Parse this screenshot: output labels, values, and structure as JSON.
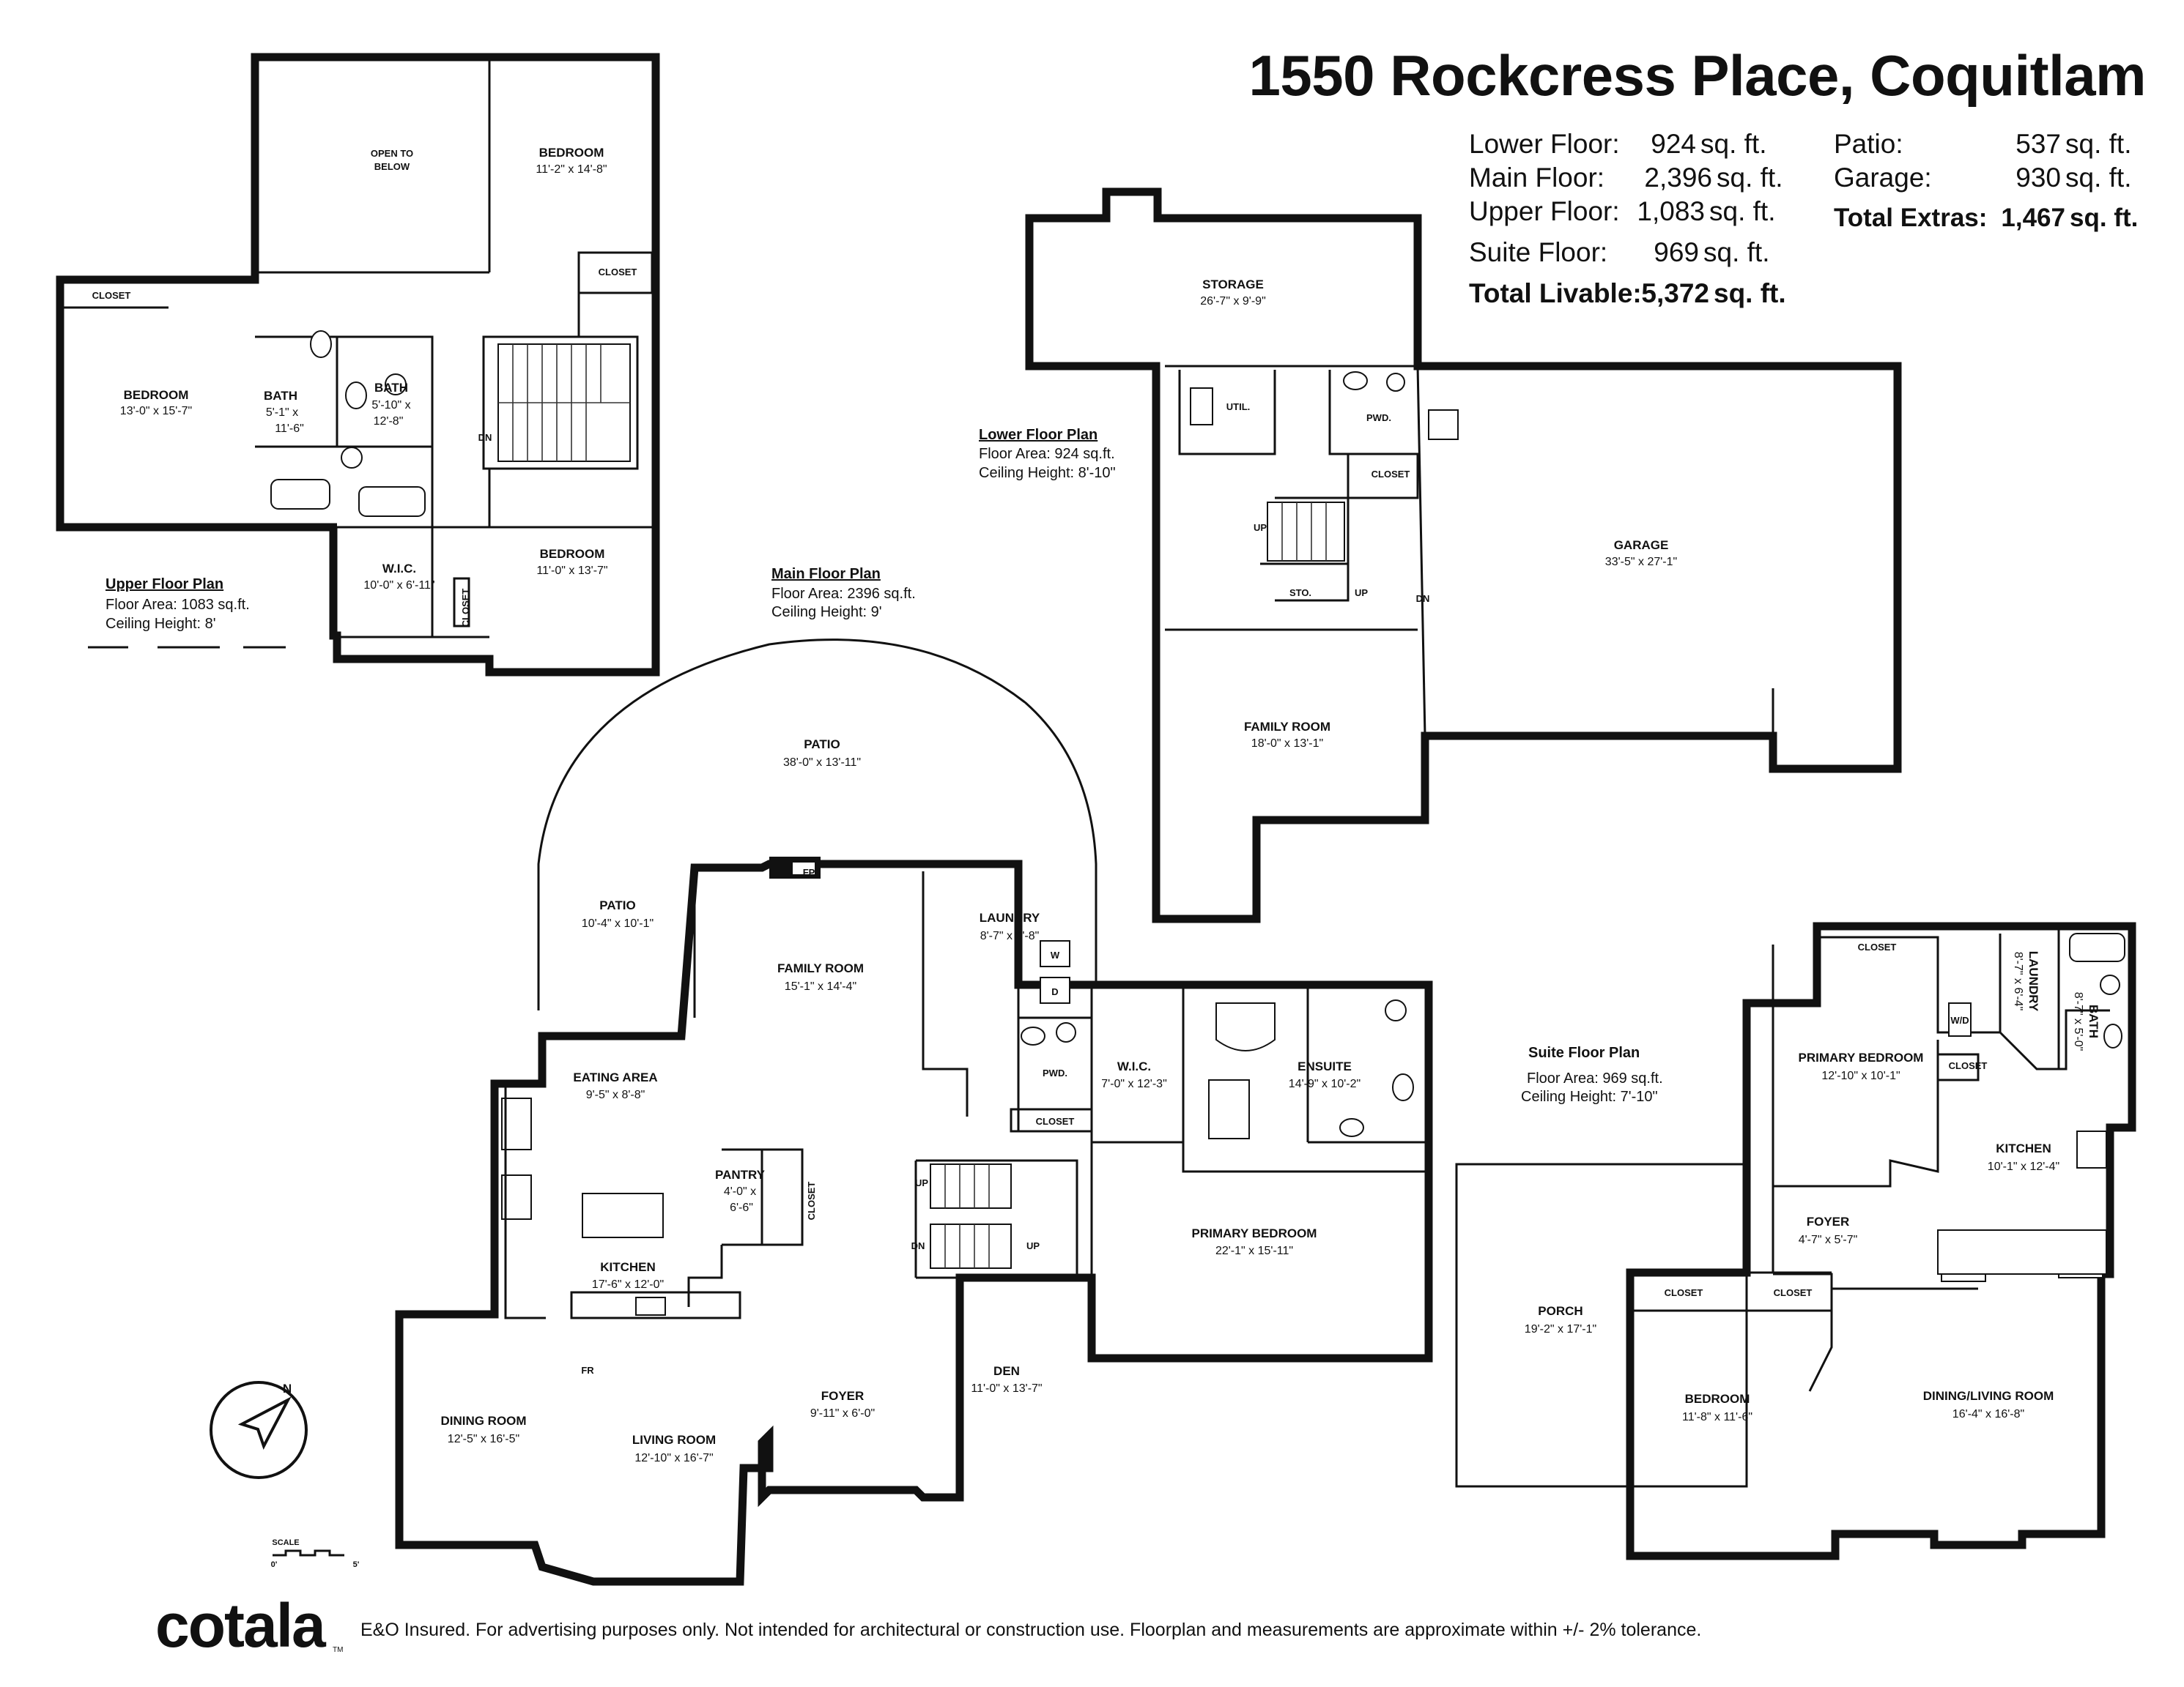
{
  "header": {
    "address": "1550 Rockcress Place, Coquitlam"
  },
  "areas": {
    "lower_floor": {
      "label": "Lower Floor:",
      "value": "924",
      "unit": "sq. ft."
    },
    "main_floor": {
      "label": "Main Floor:",
      "value": "2,396",
      "unit": "sq. ft."
    },
    "upper_floor": {
      "label": "Upper Floor:",
      "value": "1,083",
      "unit": "sq. ft."
    },
    "suite_floor": {
      "label": "Suite Floor:",
      "value": "969",
      "unit": "sq. ft."
    },
    "total_livable": {
      "label": "Total Livable:",
      "value": "5,372",
      "unit": "sq. ft."
    },
    "patio": {
      "label": "Patio:",
      "value": "537",
      "unit": "sq. ft."
    },
    "garage": {
      "label": "Garage:",
      "value": "930",
      "unit": "sq. ft."
    },
    "total_extras": {
      "label": "Total Extras:",
      "value": "1,467",
      "unit": "sq. ft."
    }
  },
  "plans": {
    "upper": {
      "title": "Upper Floor Plan",
      "area": "Floor Area: 1083 sq.ft.",
      "ceiling": "Ceiling Height: 8'"
    },
    "main": {
      "title": "Main Floor Plan",
      "area": "Floor Area: 2396 sq.ft.",
      "ceiling": "Ceiling Height: 9'"
    },
    "lower": {
      "title": "Lower Floor Plan",
      "area": "Floor Area: 924 sq.ft.",
      "ceiling": "Ceiling Height: 8'-10\""
    },
    "suite": {
      "title": "Suite Floor Plan",
      "area": "Floor Area: 969 sq.ft.",
      "ceiling": "Ceiling Height: 7'-10\""
    }
  },
  "rooms": {
    "upper_open": {
      "name": "OPEN TO",
      "dim": "BELOW"
    },
    "upper_bedroom1": {
      "name": "BEDROOM",
      "dim": "11'-2\" x 14'-8\""
    },
    "upper_closet1": {
      "name": "CLOSET"
    },
    "upper_closet2": {
      "name": "CLOSET"
    },
    "upper_bedroom2": {
      "name": "BEDROOM",
      "dim": "13'-0\" x 15'-7\""
    },
    "upper_bath1": {
      "name": "BATH",
      "dim1": "5'-1\" x",
      "dim2": "11'-6\""
    },
    "upper_bath2": {
      "name": "BATH",
      "dim1": "5'-10\" x",
      "dim2": "12'-8\""
    },
    "upper_bedroom3": {
      "name": "BEDROOM",
      "dim": "11'-0\" x 13'-7\""
    },
    "upper_wic": {
      "name": "W.I.C.",
      "dim": "10'-0\" x 6'-11\""
    },
    "upper_closet3": {
      "name": "CLOSET"
    },
    "upper_dn": {
      "name": "DN"
    },
    "lower_storage": {
      "name": "STORAGE",
      "dim": "26'-7\" x 9'-9\""
    },
    "lower_util": {
      "name": "UTIL."
    },
    "lower_pwd": {
      "name": "PWD."
    },
    "lower_closet": {
      "name": "CLOSET"
    },
    "lower_garage": {
      "name": "GARAGE",
      "dim": "33'-5\" x 27'-1\""
    },
    "lower_sto": {
      "name": "STO."
    },
    "lower_up1": {
      "name": "UP"
    },
    "lower_up2": {
      "name": "UP"
    },
    "lower_dn": {
      "name": "DN"
    },
    "lower_family": {
      "name": "FAMILY ROOM",
      "dim": "18'-0\" x 13'-1\""
    },
    "main_patio": {
      "name": "PATIO",
      "dim": "38'-0\" x 13'-11\""
    },
    "main_patio2": {
      "name": "PATIO",
      "dim": "10'-4\" x 10'-1\""
    },
    "main_family": {
      "name": "FAMILY ROOM",
      "dim": "15'-1\" x 14'-4\""
    },
    "main_fp": {
      "name": "FP"
    },
    "main_laundry": {
      "name": "LAUNDRY",
      "dim": "8'-7\" x 9'-8\""
    },
    "main_w": {
      "name": "W"
    },
    "main_d": {
      "name": "D"
    },
    "main_pwd": {
      "name": "PWD."
    },
    "main_closet": {
      "name": "CLOSET"
    },
    "main_eating": {
      "name": "EATING AREA",
      "dim": "9'-5\" x 8'-8\""
    },
    "main_pantry": {
      "name": "PANTRY",
      "dim1": "4'-0\" x",
      "dim2": "6'-6\""
    },
    "main_pantry_closet": {
      "name": "CLOSET"
    },
    "main_kitchen": {
      "name": "KITCHEN",
      "dim": "17'-6\" x 12'-0\""
    },
    "main_up1": {
      "name": "UP"
    },
    "main_up2": {
      "name": "UP"
    },
    "main_dn": {
      "name": "DN"
    },
    "main_fr": {
      "name": "FR"
    },
    "main_dining": {
      "name": "DINING ROOM",
      "dim": "12'-5\" x 16'-5\""
    },
    "main_living": {
      "name": "LIVING ROOM",
      "dim": "12'-10\" x 16'-7\""
    },
    "main_foyer": {
      "name": "FOYER",
      "dim": "9'-11\" x 6'-0\""
    },
    "main_den": {
      "name": "DEN",
      "dim": "11'-0\" x 13'-7\""
    },
    "main_wic": {
      "name": "W.I.C.",
      "dim": "7'-0\" x 12'-3\""
    },
    "main_ensuite": {
      "name": "ENSUITE",
      "dim": "14'-9\" x 10'-2\""
    },
    "main_primary": {
      "name": "PRIMARY BEDROOM",
      "dim": "22'-1\" x 15'-11\""
    },
    "suite_closet1": {
      "name": "CLOSET"
    },
    "suite_primary": {
      "name": "PRIMARY BEDROOM",
      "dim": "12'-10\" x 10'-1\""
    },
    "suite_laundry": {
      "name": "LAUNDRY",
      "dim": "8'-7\" x 6'-4\""
    },
    "suite_wd": {
      "name": "W/D"
    },
    "suite_bath": {
      "name": "BATH",
      "dim": "8'-7\" x 5'-0\""
    },
    "suite_closet2": {
      "name": "CLOSET"
    },
    "suite_kitchen": {
      "name": "KITCHEN",
      "dim": "10'-1\" x 12'-4\""
    },
    "suite_foyer": {
      "name": "FOYER",
      "dim": "4'-7\" x 5'-7\""
    },
    "suite_closet3": {
      "name": "CLOSET"
    },
    "suite_closet4": {
      "name": "CLOSET"
    },
    "suite_porch": {
      "name": "PORCH",
      "dim": "19'-2\" x 17'-1\""
    },
    "suite_bedroom": {
      "name": "BEDROOM",
      "dim": "11'-8\" x 11'-6\""
    },
    "suite_dining": {
      "name": "DINING/LIVING ROOM",
      "dim": "16'-4\" x 16'-8\""
    }
  },
  "compass": {
    "letter": "N"
  },
  "scale": {
    "label": "SCALE",
    "start": "0'",
    "end": "5'"
  },
  "footer": {
    "logo": "cotala",
    "tm": "TM",
    "disclaimer": "E&O Insured. For advertising purposes only. Not intended for architectural or construction use. Floorplan and measurements are approximate within +/- 2% tolerance."
  }
}
